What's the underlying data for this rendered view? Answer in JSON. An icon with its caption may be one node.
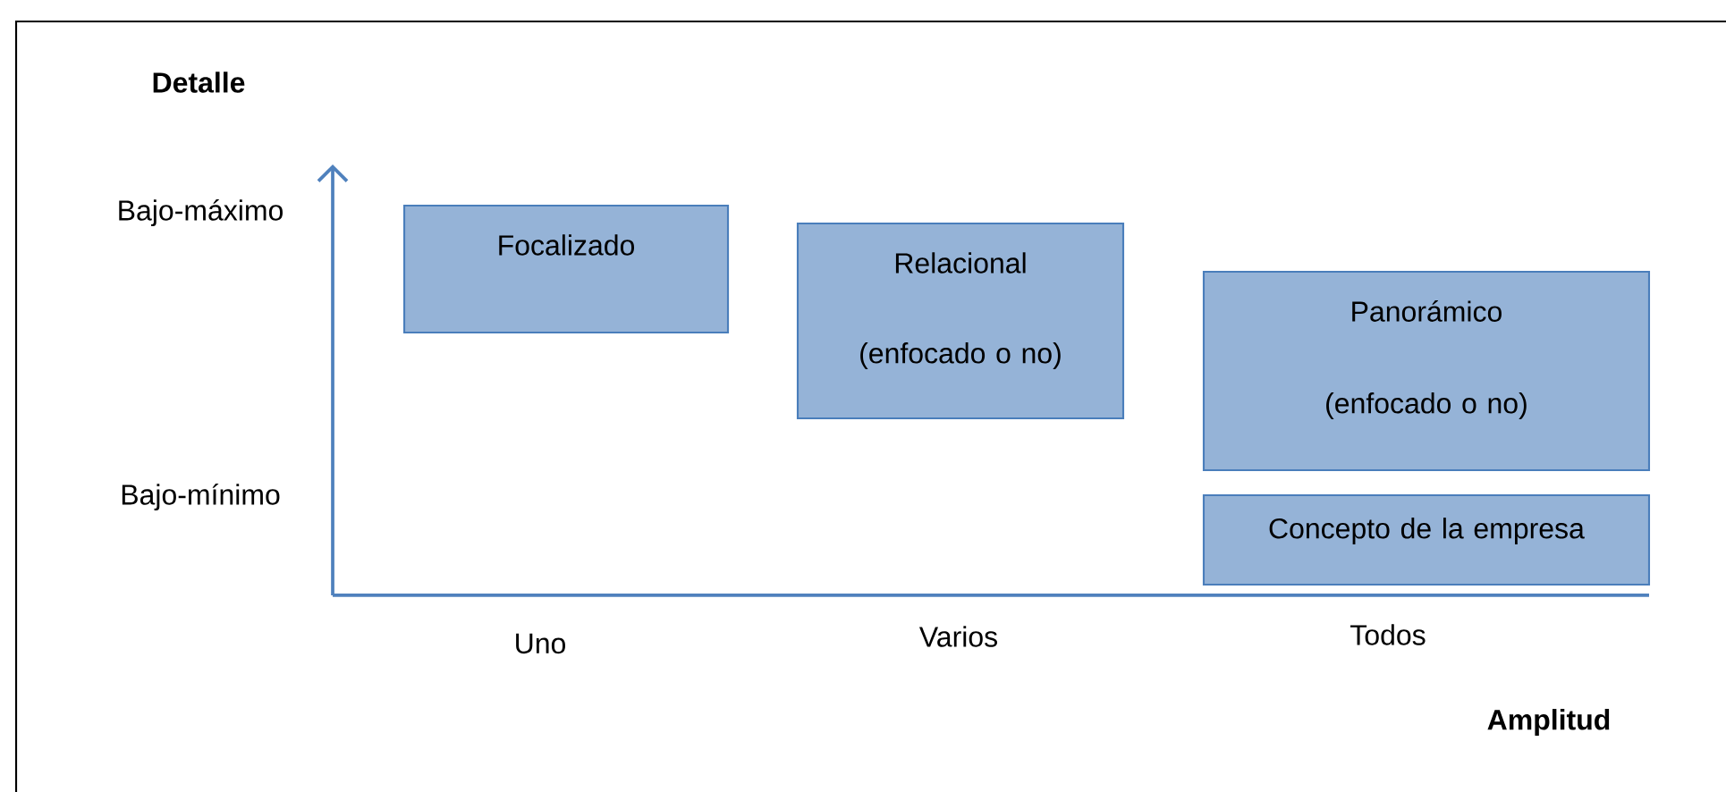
{
  "diagram": {
    "nodes": [
      {
        "text": [
          "Focalizado"
        ]
      },
      {
        "text": [
          "Relacional",
          "(enfocado o no)"
        ]
      },
      {
        "text": [
          "Panorámico",
          "(enfocado o no)"
        ]
      },
      {
        "text": [
          "Concepto de la empresa"
        ]
      }
    ],
    "labels": [
      "Detalle",
      "Bajo-máximo",
      "Bajo-mínimo",
      "Uno",
      "Varios",
      "Todos",
      "Amplitud"
    ]
  }
}
